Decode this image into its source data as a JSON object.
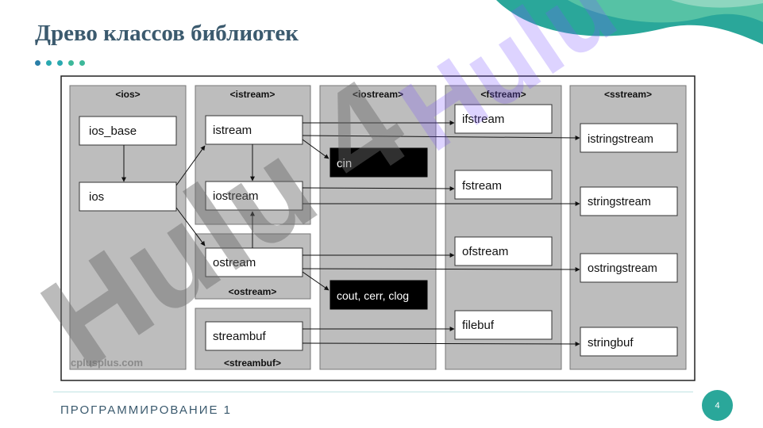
{
  "slide": {
    "title": "Древо классов библиотек",
    "footer": "ПРОГРАММИРОВАНИЕ 1",
    "page_number": "4"
  },
  "diagram": {
    "groups": {
      "ios": "<ios>",
      "istream": "<istream>",
      "ostream": "<ostream>",
      "streambuf": "<streambuf>",
      "iostream": "<iostream>",
      "fstream": "<fstream>",
      "sstream": "<sstream>"
    },
    "classes": {
      "ios_base": "ios_base",
      "ios": "ios",
      "istream": "istream",
      "iostream": "iostream",
      "ostream": "ostream",
      "streambuf": "streambuf",
      "cin": "cin",
      "cout": "cout, cerr, clog",
      "ifstream": "ifstream",
      "fstream": "fstream",
      "ofstream": "ofstream",
      "filebuf": "filebuf",
      "istringstream": "istringstream",
      "stringstream": "stringstream",
      "ostringstream": "ostringstream",
      "stringbuf": "stringbuf"
    },
    "credit": "cplusplus.com",
    "watermark": "Hulu 4"
  },
  "colors": {
    "title": "#3b5a6e",
    "column_fill": "#bdbdbd",
    "accent": "#2aa79a",
    "watermark": "#6a6a6a"
  }
}
